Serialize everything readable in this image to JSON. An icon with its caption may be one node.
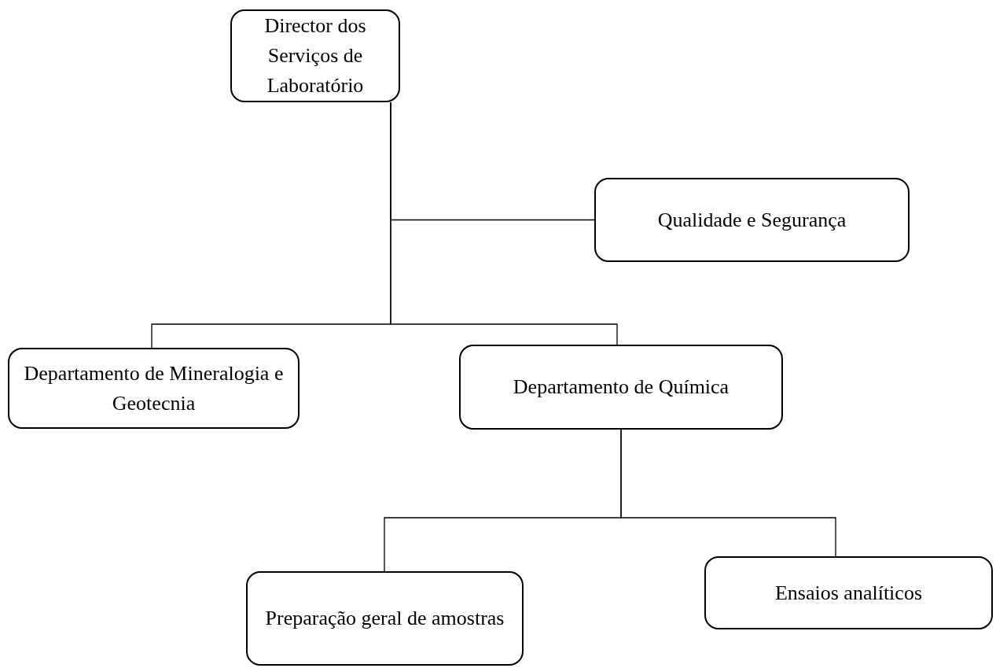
{
  "diagram": {
    "nodes": [
      {
        "text": [
          "Director dos Serviços de Laboratório"
        ]
      },
      {
        "text": [
          "Qualidade e Segurança"
        ]
      },
      {
        "text": [
          "Departamento de Mineralogia e Geotecnia"
        ]
      },
      {
        "text": [
          "Departamento de Química"
        ]
      },
      {
        "text": [
          "Preparação geral de amostras"
        ]
      },
      {
        "text": [
          "Ensaios analíticos"
        ]
      }
    ],
    "edges": [
      {
        "from": 0,
        "to": 1,
        "arrow": "none"
      },
      {
        "from": 0,
        "to": 2,
        "arrow": "none"
      },
      {
        "from": 0,
        "to": 3,
        "arrow": "none"
      },
      {
        "from": 3,
        "to": 4,
        "arrow": "none"
      },
      {
        "from": 3,
        "to": 5,
        "arrow": "none"
      }
    ]
  }
}
